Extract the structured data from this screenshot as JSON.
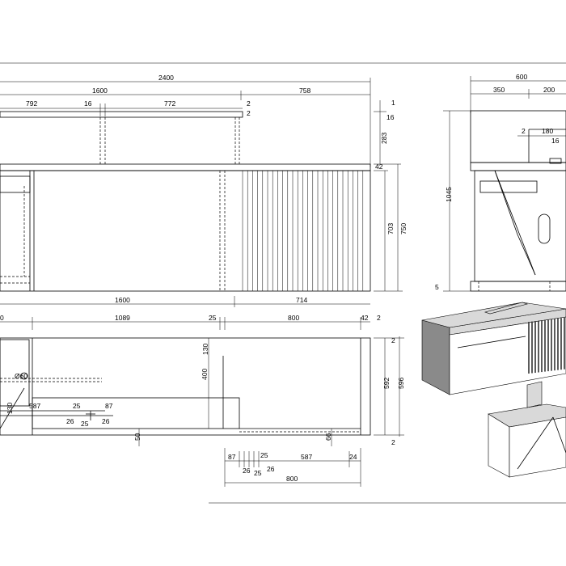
{
  "front": {
    "overall": "2400",
    "top_left": "1600",
    "top_right": "758",
    "sub_a": "792",
    "sub_b": "16",
    "sub_c": "772",
    "sub_d": "2",
    "sub_e": "2",
    "r_top_a": "1",
    "r_top_b": "16",
    "h_shelf": "283",
    "h_top": "42",
    "h_inner": "703",
    "h_total": "750",
    "bottom_left": "1600",
    "bottom_right": "714"
  },
  "side": {
    "overall": "600",
    "w_a": "350",
    "w_b": "200",
    "s_a": "2",
    "s_b": "180",
    "s_c": "16",
    "h_total": "1045",
    "h_base": "5"
  },
  "plan": {
    "d_a": "0",
    "d_b": "1089",
    "d_c": "25",
    "d_d": "800",
    "d_e": "42",
    "d_f": "2",
    "v_a": "130",
    "v_b": "400",
    "v_c": "50",
    "v_d": "130",
    "v_e": "66",
    "v_f": "592",
    "v_g": "596",
    "v_h": "2",
    "v_i": "2",
    "hole": "Ø60",
    "n_587": "587",
    "n_25": "25",
    "n_87": "87",
    "n_26a": "26",
    "n_25b": "25",
    "n_26b": "26"
  },
  "detail": {
    "a": "87",
    "b": "25",
    "c": "26",
    "d": "26",
    "e": "25",
    "f": "587",
    "g": "24",
    "total": "800"
  }
}
